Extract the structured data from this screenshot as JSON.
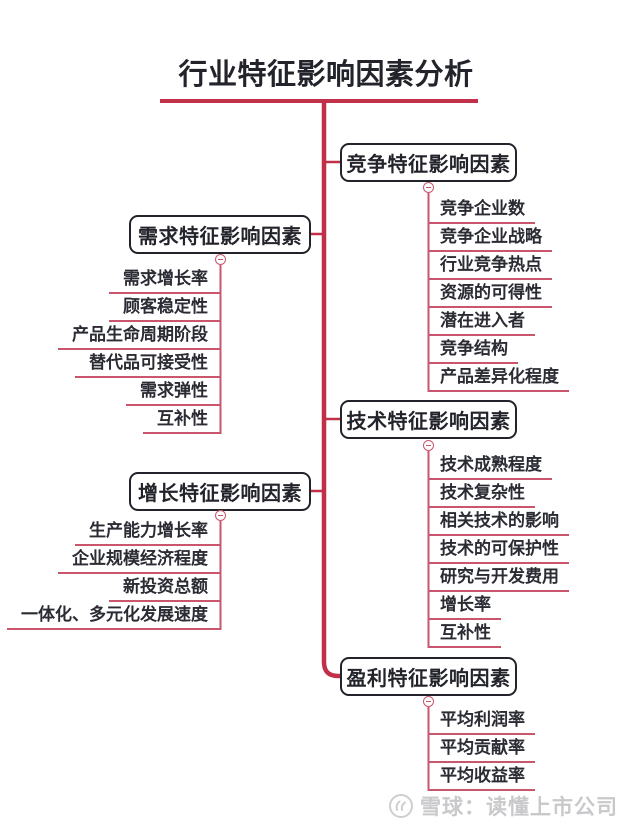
{
  "title": "行业特征影响因素分析",
  "colors": {
    "primary_red": "#c22f48",
    "branch_red": "#c9566c",
    "text_dark": "#23242b",
    "watermark_gray": "#c9c9cc"
  },
  "icons": {
    "collapse": "minus-circle-icon",
    "watermark_logo": "snowball-logo-icon"
  },
  "branches": [
    {
      "label": "竞争特征影响因素",
      "side": "right",
      "children": [
        "竞争企业数",
        "竞争企业战略",
        "行业竞争热点",
        "资源的可得性",
        "潜在进入者",
        "竞争结构",
        "产品差异化程度"
      ]
    },
    {
      "label": "需求特征影响因素",
      "side": "left",
      "children": [
        "需求增长率",
        "顾客稳定性",
        "产品生命周期阶段",
        "替代品可接受性",
        "需求弹性",
        "互补性"
      ]
    },
    {
      "label": "技术特征影响因素",
      "side": "right",
      "children": [
        "技术成熟程度",
        "技术复杂性",
        "相关技术的影响",
        "技术的可保护性",
        "研究与开发费用",
        "增长率",
        "互补性"
      ]
    },
    {
      "label": "增长特征影响因素",
      "side": "left",
      "children": [
        "生产能力增长率",
        "企业规模经济程度",
        "新投资总额",
        "一体化、多元化发展速度"
      ]
    },
    {
      "label": "盈利特征影响因素",
      "side": "right",
      "children": [
        "平均利润率",
        "平均贡献率",
        "平均收益率"
      ]
    }
  ],
  "watermark": {
    "text": "雪球：读懂上市公司"
  }
}
